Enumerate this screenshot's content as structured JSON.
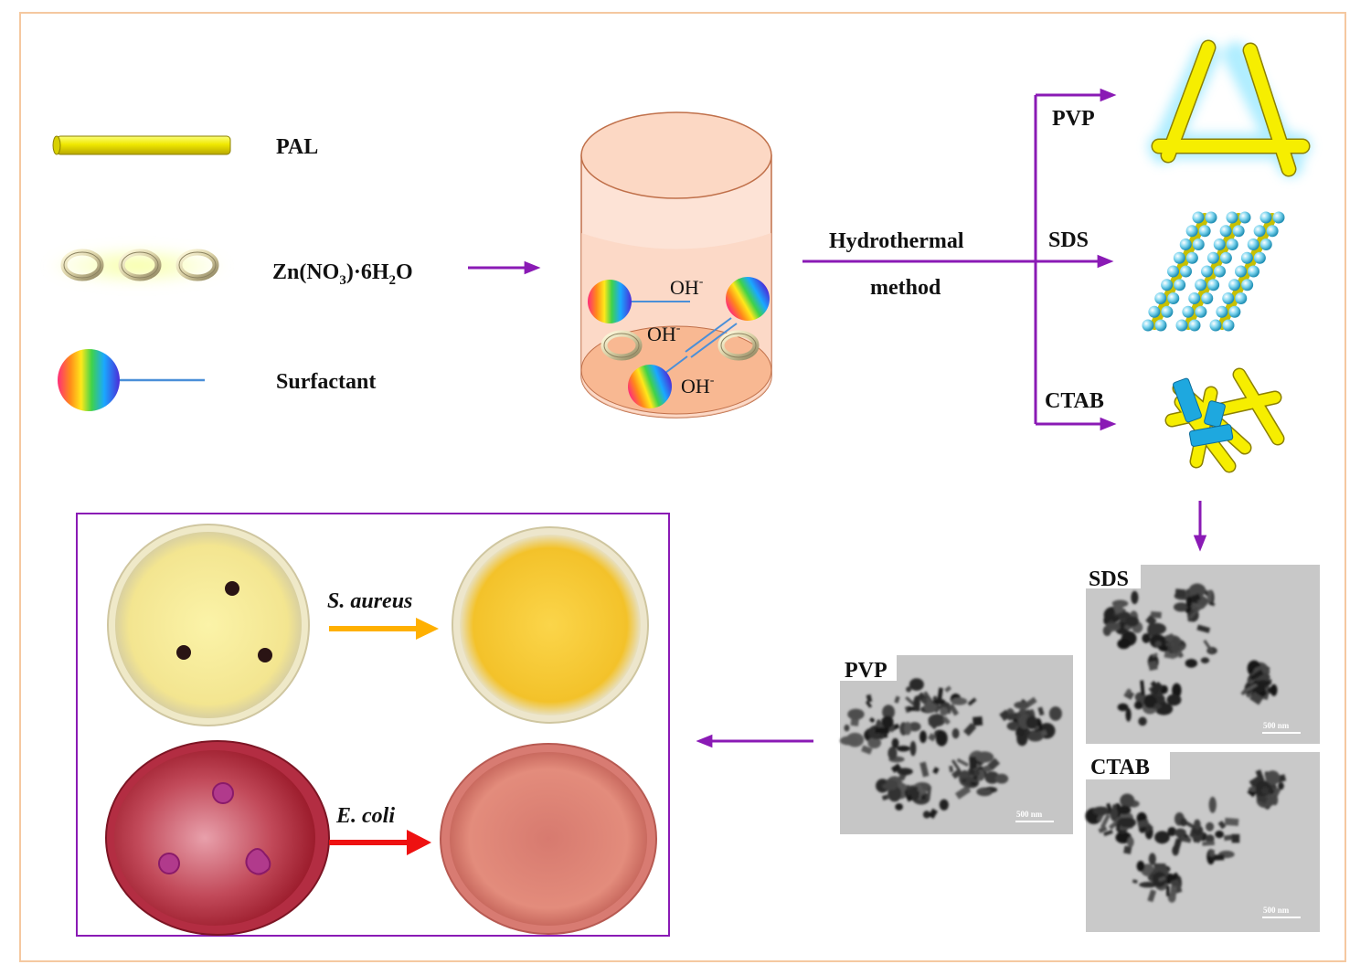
{
  "legend": {
    "pal_label": "PAL",
    "zinc_label_parts": [
      "Zn(NO",
      "3",
      ")·6H",
      "2",
      "O"
    ],
    "surfactant_label": "Surfactant"
  },
  "reactor": {
    "ions": [
      "OH",
      "OH",
      "OH"
    ],
    "charge": "-"
  },
  "process": {
    "line1": "Hydrothermal",
    "line2": "method"
  },
  "branches": [
    "PVP",
    "SDS",
    "CTAB"
  ],
  "tem": {
    "sds_label": "SDS",
    "ctab_label": "CTAB",
    "pvp_label": "PVP",
    "scale_bar": "500 nm"
  },
  "antibacterial": {
    "s_aureus": "S. aureus",
    "e_coli": "E. coli"
  },
  "colors": {
    "frame": "#f5c8a0",
    "arrow": "#8a1ab5",
    "rod": "#ffee00",
    "s_aureus_arrow": "#ffb000",
    "e_coli_arrow": "#ee1111"
  }
}
